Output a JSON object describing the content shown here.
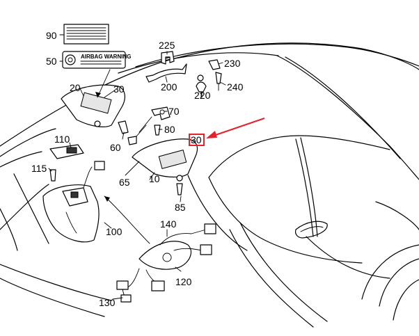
{
  "callouts": {
    "c90": "90",
    "c50": "50",
    "c20": "20",
    "c30a": "30",
    "c225": "225",
    "c200": "200",
    "c230": "230",
    "c220": "220",
    "c240": "240",
    "c70": "70",
    "c80": "80",
    "c60": "60",
    "c30b": "30",
    "c110": "110",
    "c115": "115",
    "c65": "65",
    "c10": "10",
    "c85": "85",
    "c100": "100",
    "c140": "140",
    "c120": "120",
    "c130": "130"
  },
  "warning_label": {
    "title": "AIRBAG WARNING"
  },
  "colors": {
    "highlight": "#e8202a",
    "line": "#000000"
  }
}
